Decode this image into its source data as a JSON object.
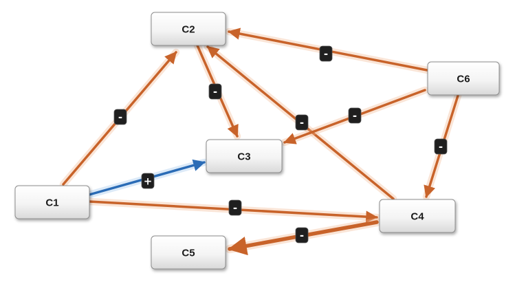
{
  "colors": {
    "negative": "#c8632a",
    "negative_glow": "#f0b48c",
    "positive": "#2b6cb6",
    "positive_glow": "#9cc2ea",
    "badge": "#1f1f1f"
  },
  "nodes": [
    {
      "id": "C1",
      "label": "C1"
    },
    {
      "id": "C2",
      "label": "C2"
    },
    {
      "id": "C3",
      "label": "C3"
    },
    {
      "id": "C4",
      "label": "C4"
    },
    {
      "id": "C5",
      "label": "C5"
    },
    {
      "id": "C6",
      "label": "C6"
    }
  ],
  "edges": [
    {
      "from": "C1",
      "to": "C2",
      "sign": "-"
    },
    {
      "from": "C1",
      "to": "C3",
      "sign": "+"
    },
    {
      "from": "C1",
      "to": "C4",
      "sign": "-"
    },
    {
      "from": "C2",
      "to": "C3",
      "sign": "-"
    },
    {
      "from": "C4",
      "to": "C2",
      "sign": "-"
    },
    {
      "from": "C6",
      "to": "C2",
      "sign": "-"
    },
    {
      "from": "C6",
      "to": "C3",
      "sign": "-"
    },
    {
      "from": "C6",
      "to": "C4",
      "sign": "-"
    },
    {
      "from": "C4",
      "to": "C5",
      "sign": "-"
    }
  ]
}
